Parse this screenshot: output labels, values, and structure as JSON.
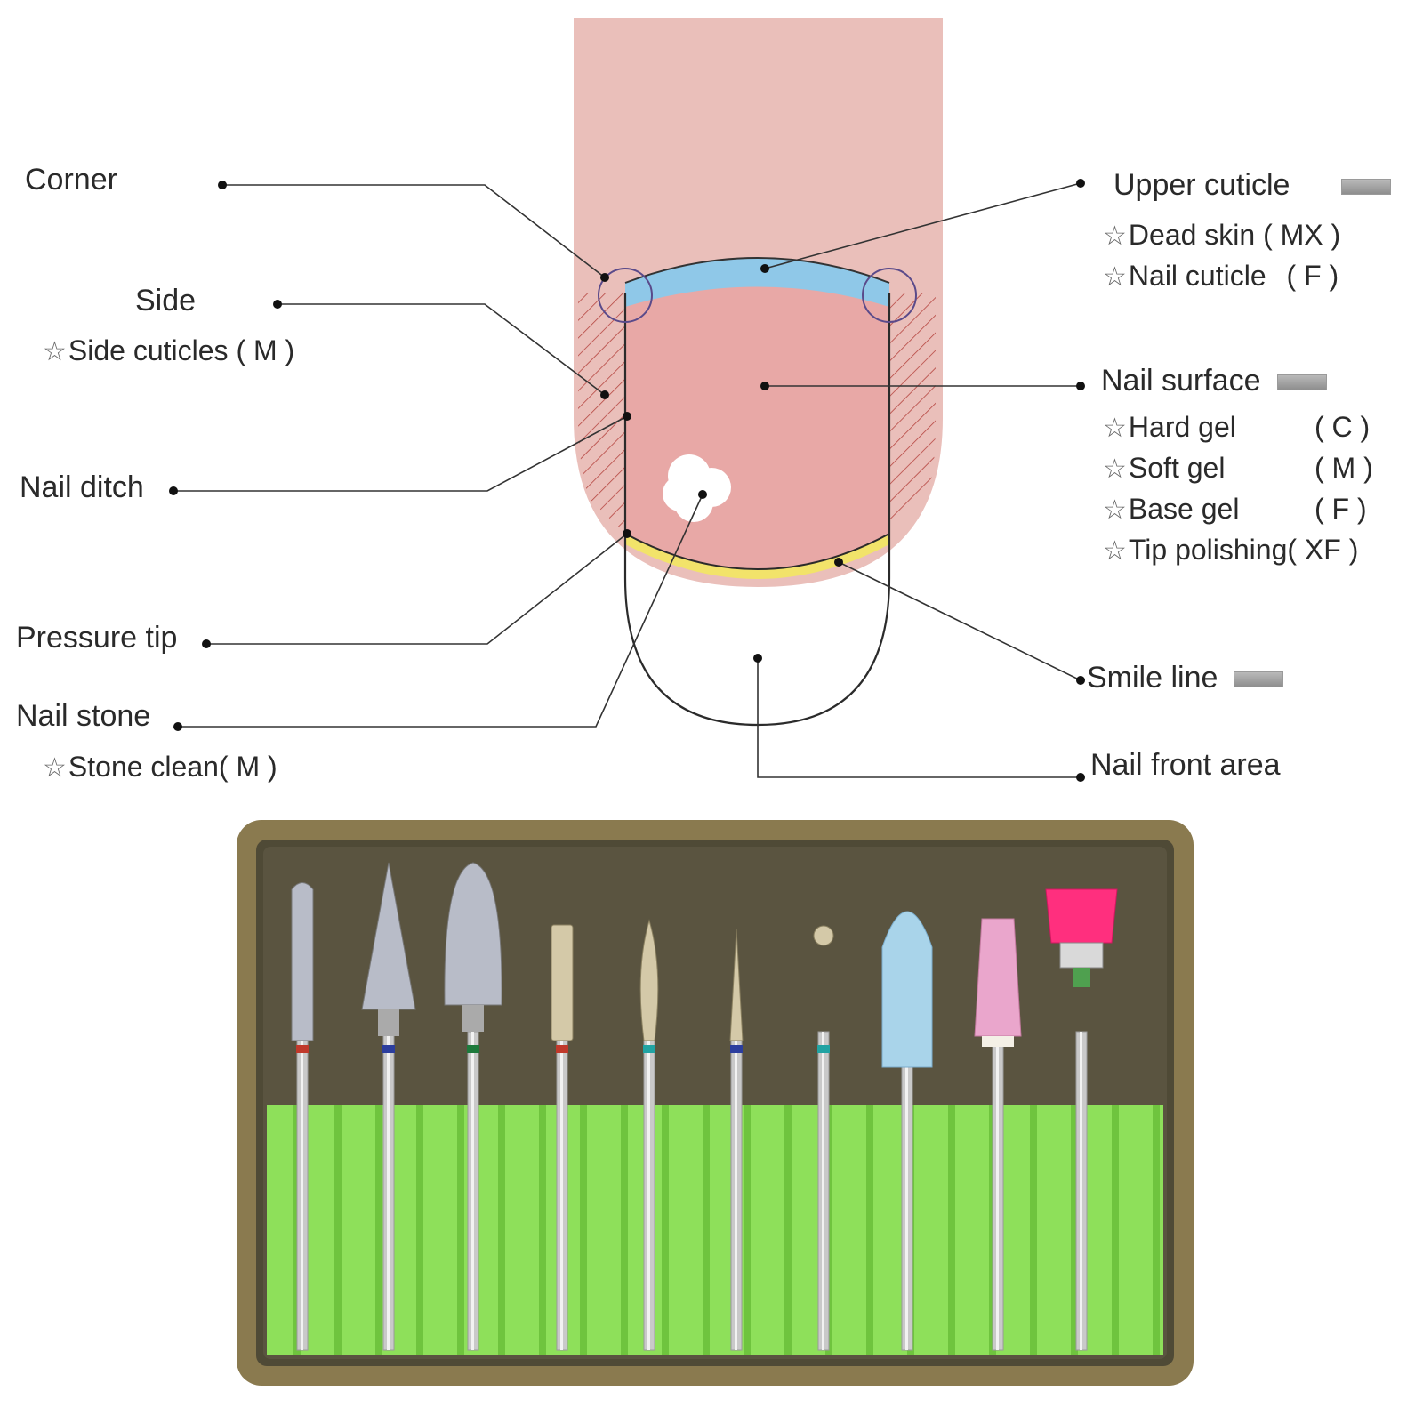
{
  "labels_left": {
    "corner": "Corner",
    "side": "Side",
    "side_cuticles": "Side cuticles",
    "side_cuticles_grit": "( M )",
    "nail_ditch": "Nail ditch",
    "pressure_tip": "Pressure tip",
    "nail_stone": "Nail stone",
    "stone_clean": "Stone clean",
    "stone_clean_grit": "( M )"
  },
  "labels_right": {
    "upper_cuticle": "Upper cuticle",
    "dead_skin": "Dead skin",
    "dead_skin_grit": "( MX )",
    "nail_cuticle": "Nail cuticle",
    "nail_cuticle_grit": "( F )",
    "nail_surface": "Nail surface",
    "hard_gel": "Hard gel",
    "hard_gel_grit": "( C )",
    "soft_gel": "Soft gel",
    "soft_gel_grit": "( M )",
    "base_gel": "Base gel",
    "base_gel_grit": "( F )",
    "tip_polishing": "Tip polishing",
    "tip_polishing_grit": "( XF )",
    "smile_line": "Smile line",
    "nail_front_area": "Nail front area"
  },
  "star_glyph": "☆",
  "colors": {
    "finger_skin": "#eabfba",
    "nail_plate": "#e8a8a6",
    "cuticle_blue": "#8fc8e8",
    "smile_yellow": "#f2e36a",
    "box_frame": "#8a7a4f",
    "box_inner": "#4f4a36",
    "holder_green": "#8ee05a"
  },
  "bits": [
    {
      "kind": "carbide-cylinder",
      "band": "#c0392b"
    },
    {
      "kind": "carbide-cone",
      "band": "#2c3e9e"
    },
    {
      "kind": "carbide-flame",
      "band": "#1e7a3c"
    },
    {
      "kind": "diamond-cylinder",
      "band": "#c0392b"
    },
    {
      "kind": "diamond-flame",
      "band": "#21a3a3"
    },
    {
      "kind": "diamond-needle",
      "band": "#2c3e9e"
    },
    {
      "kind": "diamond-ball",
      "band": "#21a3a3"
    },
    {
      "kind": "rubber-bullet-blue",
      "band": ""
    },
    {
      "kind": "stone-pink",
      "band": ""
    },
    {
      "kind": "brush-pink",
      "band": ""
    }
  ]
}
